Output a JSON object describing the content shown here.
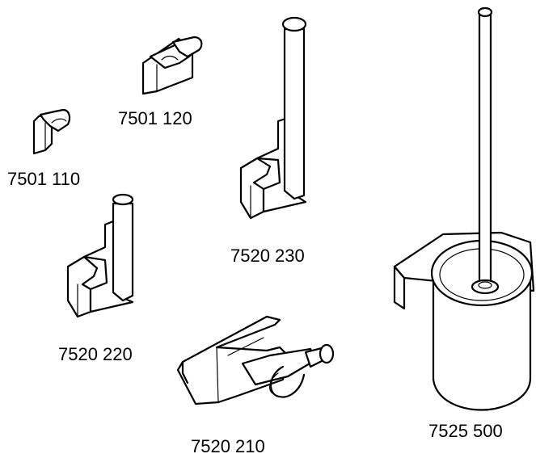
{
  "products": [
    {
      "id": "hook-single",
      "label": "7501 110"
    },
    {
      "id": "hook-double",
      "label": "7501 120"
    },
    {
      "id": "spare-roll-holder-large",
      "label": "7520 230"
    },
    {
      "id": "spare-roll-holder-small",
      "label": "7520 220"
    },
    {
      "id": "toilet-roll-holder",
      "label": "7520 210"
    },
    {
      "id": "toilet-brush-set",
      "label": "7525 500"
    }
  ],
  "colors": {
    "line": "#000000",
    "background": "#ffffff"
  }
}
